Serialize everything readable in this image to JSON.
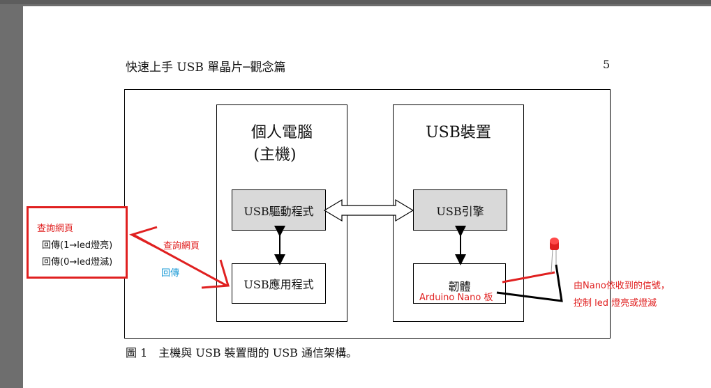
{
  "header": {
    "title": "快速上手 USB 單晶片─觀念篇",
    "page_number": "5"
  },
  "diagram": {
    "pc_panel": {
      "title_line1": "個人電腦",
      "title_line2": "(主機)"
    },
    "usb_device_panel": {
      "title": "USB裝置"
    },
    "driver_box": "USB驅動程式",
    "app_box": "USB應用程式",
    "engine_box": "USB引擎",
    "firmware_box": "韌體"
  },
  "caption": "圖 1　主機與 USB 裝置間的 USB 通信架構。",
  "annotations": {
    "left_box": {
      "title": "查詢網頁",
      "line1": "回傳(1→led燈亮)",
      "line2": "回傳(0→led燈滅)"
    },
    "query_label": "查詢網頁",
    "reply_label": "回傳",
    "arduino_label": "Arduino Nano 板",
    "right_note_line1": "由Nano依收到的信號，",
    "right_note_line2": "控制 led 燈亮或燈滅"
  },
  "colors": {
    "annotation_red": "#e02020",
    "annotation_blue": "#1a9ad6",
    "box_grey": "#d9d9d9"
  },
  "icons": {
    "led": "red-led-icon"
  }
}
